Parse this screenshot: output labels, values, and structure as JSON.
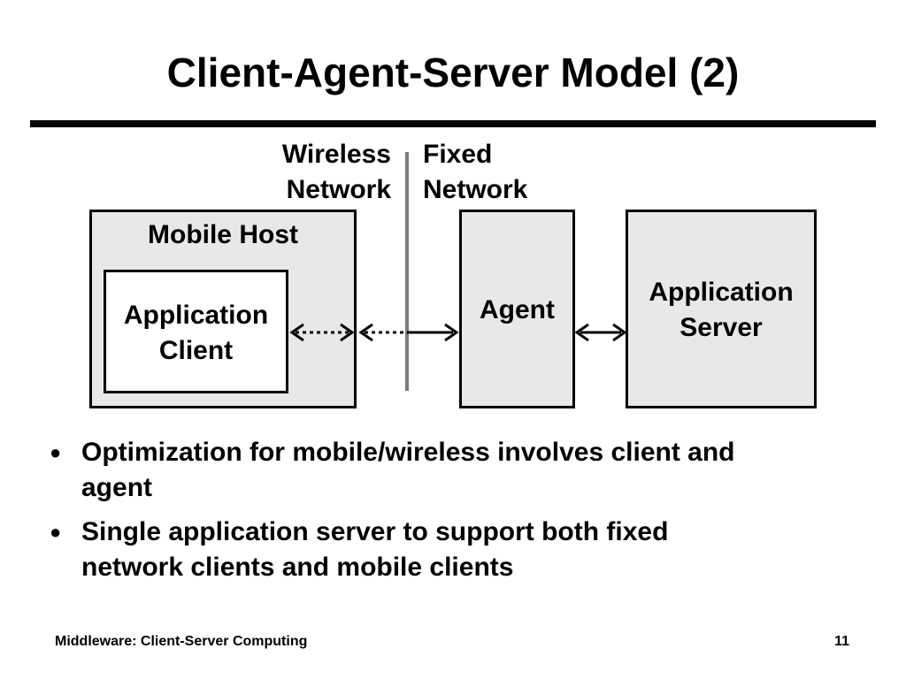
{
  "slide": {
    "title": "Client-Agent-Server Model  (2)"
  },
  "diagram": {
    "wireless_label_1": "Wireless",
    "wireless_label_2": "Network",
    "fixed_label_1": "Fixed",
    "fixed_label_2": "Network",
    "mobile_host": "Mobile Host",
    "client_line_1": "Application",
    "client_line_2": "Client",
    "agent": "Agent",
    "server_line_1": "Application",
    "server_line_2": "Server"
  },
  "bullets": [
    {
      "line_1": "Optimization for mobile/wireless involves client and",
      "line_2": "agent"
    },
    {
      "line_1": "Single application server to support both fixed",
      "line_2": "network clients and mobile clients"
    }
  ],
  "footer": {
    "left": "Middleware:  Client-Server Computing",
    "page_number": "11"
  },
  "colors": {
    "box_fill": "#e8e8e8",
    "divider": "#7a7a7a",
    "text": "#000000"
  }
}
